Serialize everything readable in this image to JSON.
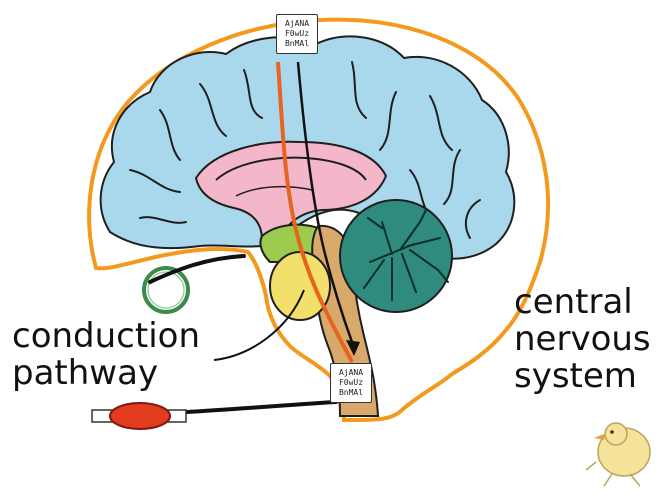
{
  "labels": {
    "conduction_line1": "conduction",
    "conduction_line2": "pathway",
    "cns_line1": "central",
    "cns_line2": "nervous",
    "cns_line3": "system"
  },
  "scroll_top": [
    "AjANA",
    "F0wUz",
    "BnMAl"
  ],
  "scroll_bottom": [
    "AjANA",
    "F0wUz",
    "BnMAl"
  ],
  "colors": {
    "cns_outline": "#F39A1E",
    "cerebrum": "#A9D8EC",
    "limbic": "#F4B7C9",
    "brainstem": "#D9A86B",
    "cerebellum": "#2E8B7E",
    "thalamus": "#F3E06C",
    "hypothalamus": "#9CCB4E",
    "efferent_path": "#E8641E",
    "muscle": "#E23B1F"
  },
  "icons": [
    "neuron-ring-icon",
    "muscle-icon",
    "chick-mascot-icon"
  ]
}
